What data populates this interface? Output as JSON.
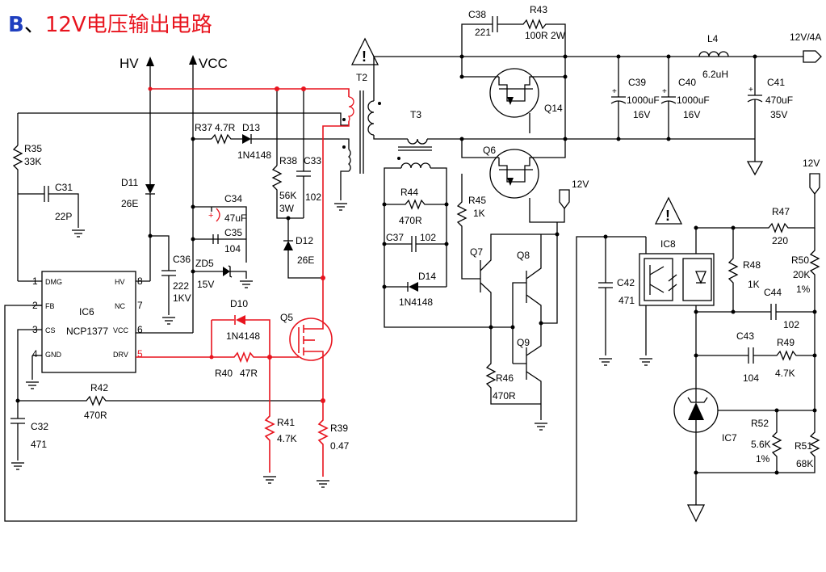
{
  "title": {
    "letter": "B",
    "sep": "、",
    "text": "12V电压输出电路"
  },
  "rails": {
    "hv": "HV",
    "vcc": "VCC",
    "out": "12V/4A",
    "v12a": "12V",
    "v12b": "12V"
  },
  "ic6": {
    "name": "IC6",
    "part": "NCP1377",
    "pins": [
      {
        "num": "1",
        "name": "DMG"
      },
      {
        "num": "2",
        "name": "FB"
      },
      {
        "num": "3",
        "name": "CS"
      },
      {
        "num": "4",
        "name": "GND"
      },
      {
        "num": "8",
        "name": "HV"
      },
      {
        "num": "7",
        "name": "NC"
      },
      {
        "num": "6",
        "name": "VCC"
      },
      {
        "num": "5",
        "name": "DRV"
      }
    ]
  },
  "components": {
    "R35": [
      "R35",
      "33K"
    ],
    "C31": [
      "C31",
      "22P"
    ],
    "D11": [
      "D11",
      "26E"
    ],
    "C36": [
      "C36",
      "222",
      "1KV"
    ],
    "R37": [
      "R37",
      "4.7R"
    ],
    "D13": [
      "D13",
      "1N4148"
    ],
    "R38": [
      "R38",
      "56K",
      "3W"
    ],
    "C33": [
      "C33",
      "102"
    ],
    "C34": [
      "C34",
      "47uF"
    ],
    "C35": [
      "C35",
      "104"
    ],
    "ZD5": [
      "ZD5",
      "15V"
    ],
    "D12": [
      "D12",
      "26E"
    ],
    "D10": [
      "D10",
      "1N4148"
    ],
    "R40": [
      "R40",
      "47R"
    ],
    "Q5": [
      "Q5"
    ],
    "R41": [
      "R41",
      "4.7K"
    ],
    "R39": [
      "R39",
      "0.47"
    ],
    "R42": [
      "R42",
      "470R"
    ],
    "C32": [
      "C32",
      "471"
    ],
    "T2": [
      "T2"
    ],
    "T3": [
      "T3"
    ],
    "R44": [
      "R44",
      "470R"
    ],
    "C37": [
      "C37",
      "102"
    ],
    "D14": [
      "D14",
      "1N4148"
    ],
    "R45": [
      "R45",
      "1K"
    ],
    "Q7": [
      "Q7"
    ],
    "Q8": [
      "Q8"
    ],
    "Q9": [
      "Q9"
    ],
    "R46": [
      "R46",
      "470R"
    ],
    "C38": [
      "C38",
      "221"
    ],
    "R43": [
      "R43",
      "100R 2W"
    ],
    "Q14": [
      "Q14"
    ],
    "Q6": [
      "Q6"
    ],
    "L4": [
      "L4",
      "6.2uH"
    ],
    "C39": [
      "C39",
      "1000uF",
      "16V"
    ],
    "C40": [
      "C40",
      "1000uF",
      "16V"
    ],
    "C41": [
      "C41",
      "470uF",
      "35V"
    ],
    "C42": [
      "C42",
      "471"
    ],
    "IC8": [
      "IC8"
    ],
    "R47": [
      "R47",
      "220"
    ],
    "R48": [
      "R48",
      "1K"
    ],
    "R50": [
      "R50",
      "20K",
      "1%"
    ],
    "C44": [
      "C44",
      "102"
    ],
    "C43": [
      "C43",
      "104"
    ],
    "R49": [
      "R49",
      "4.7K"
    ],
    "IC7": [
      "IC7"
    ],
    "R52": [
      "R52",
      "5.6K",
      "1%"
    ],
    "R51": [
      "R51",
      "68K"
    ]
  },
  "warning_symbol": "!"
}
